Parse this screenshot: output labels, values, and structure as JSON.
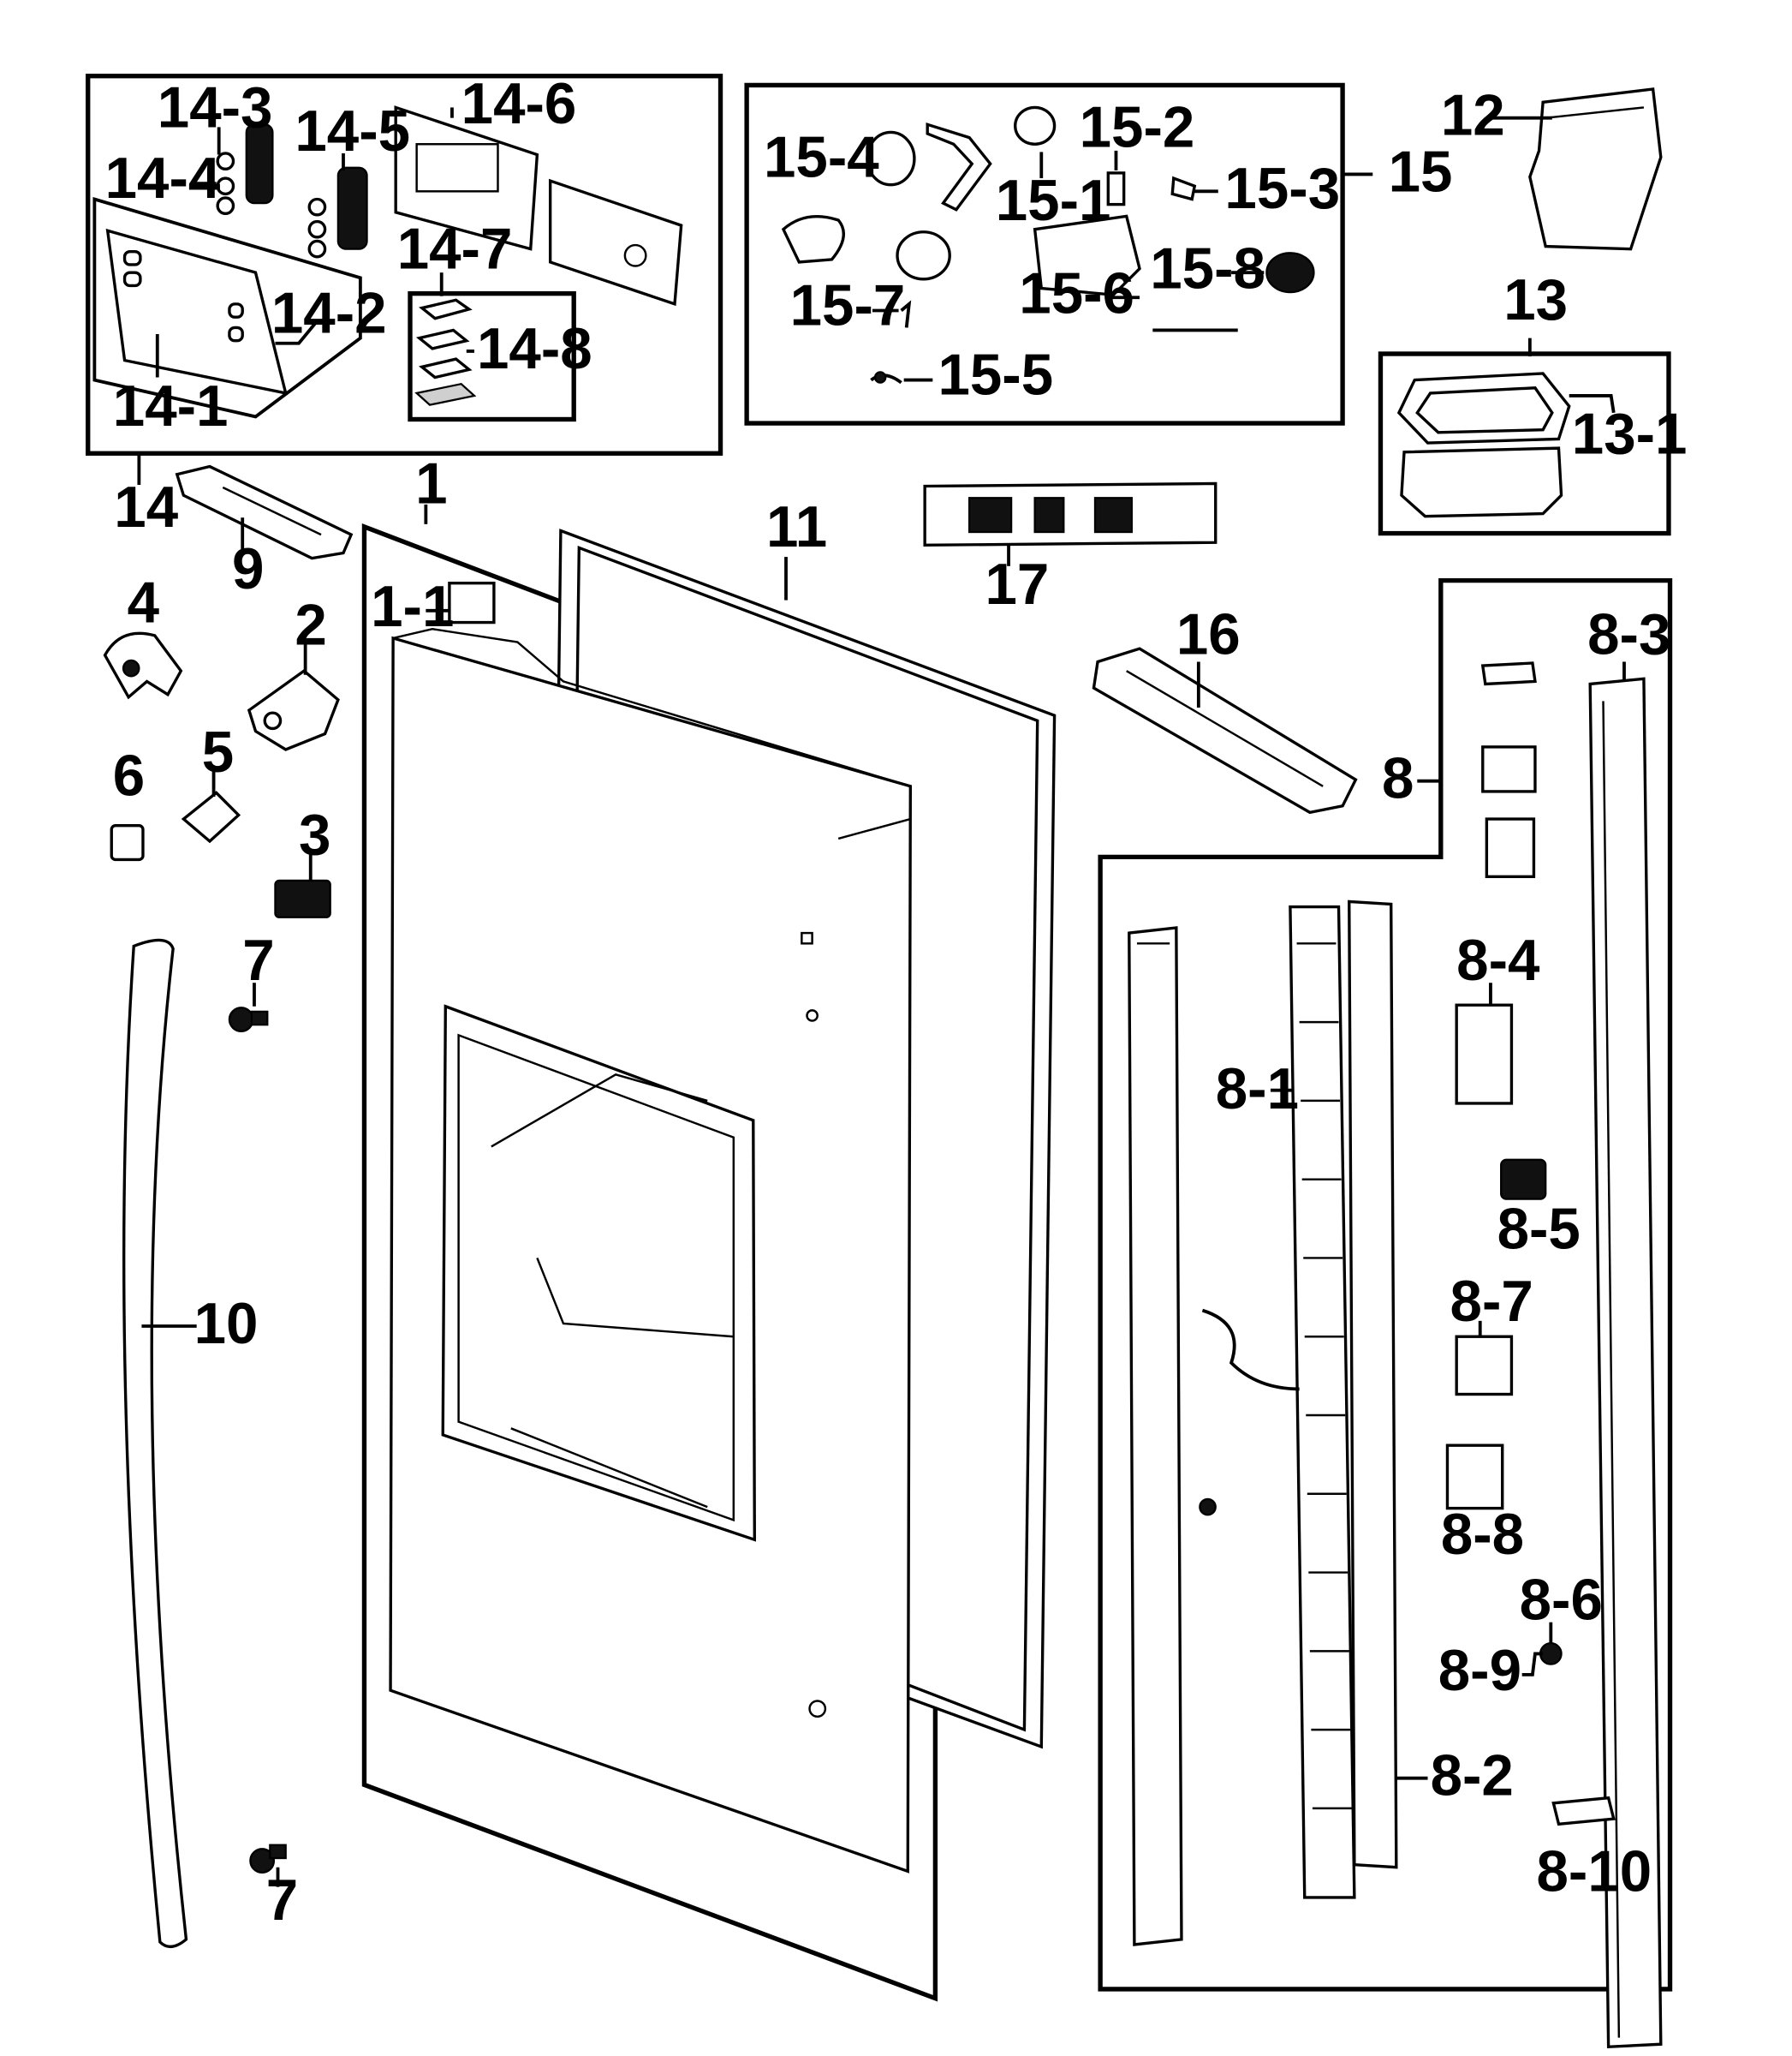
{
  "callouts": {
    "c14_3": "14-3",
    "c14_4": "14-4",
    "c14_5": "14-5",
    "c14_6": "14-6",
    "c14_7": "14-7",
    "c14_8": "14-8",
    "c14_2": "14-2",
    "c14_1": "14-1",
    "c14": "14",
    "c15_4": "15-4",
    "c15_1": "15-1",
    "c15_2": "15-2",
    "c15_3": "15-3",
    "c15": "15",
    "c15_8": "15-8",
    "c15_7": "15-7",
    "c15_6": "15-6",
    "c15_5": "15-5",
    "c12": "12",
    "c13": "13",
    "c13_1": "13-1",
    "c9": "9",
    "c1": "1",
    "c11": "11",
    "c1_1": "1-1",
    "c17": "17",
    "c16": "16",
    "c4": "4",
    "c2": "2",
    "c5": "5",
    "c6": "6",
    "c3": "3",
    "c7a": "7",
    "c7b": "7",
    "c10": "10",
    "c8": "8",
    "c8_3": "8-3",
    "c8_4": "8-4",
    "c8_1": "8-1",
    "c8_5": "8-5",
    "c8_7": "8-7",
    "c8_8": "8-8",
    "c8_6": "8-6",
    "c8_9": "8-9",
    "c8_2": "8-2",
    "c8_10": "8-10"
  }
}
